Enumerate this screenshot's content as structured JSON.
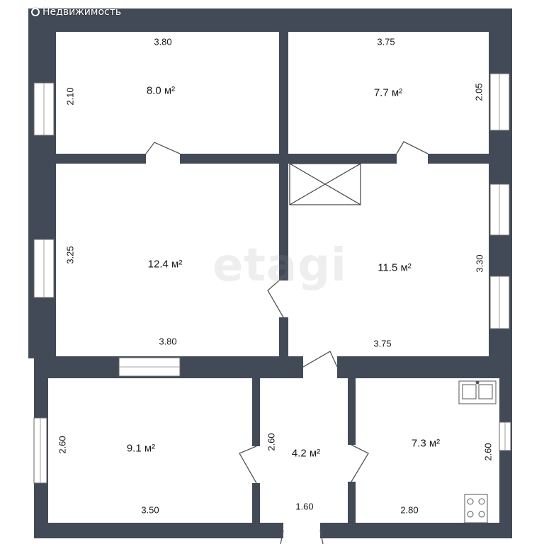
{
  "brand": {
    "label": "Недвижимость",
    "icon": "brand-logo-icon"
  },
  "watermark": "etagi",
  "colors": {
    "wall": "#434a57",
    "window": "#ffffff",
    "line": "#555555"
  },
  "rooms": [
    {
      "id": "room-top-left",
      "area": "8.0 м²",
      "width": "3.80",
      "height": "2.10"
    },
    {
      "id": "room-top-right",
      "area": "7.7 м²",
      "width": "3.75",
      "height": "2.05"
    },
    {
      "id": "room-middle-left",
      "area": "12.4 м²",
      "width": "3.80",
      "height": "3.25"
    },
    {
      "id": "room-middle-right",
      "area": "11.5 м²",
      "width": "3.75",
      "height": "3.30"
    },
    {
      "id": "room-bottom-left",
      "area": "9.1 м²",
      "width": "3.50",
      "height": "2.60"
    },
    {
      "id": "room-hall",
      "area": "4.2 м²",
      "width": "1.60",
      "height": "2.60"
    },
    {
      "id": "room-kitchen",
      "area": "7.3 м²",
      "width": "2.80",
      "height": "2.60"
    }
  ],
  "fixtures": [
    "sink-icon",
    "stove-icon",
    "stair-hatch-icon"
  ]
}
